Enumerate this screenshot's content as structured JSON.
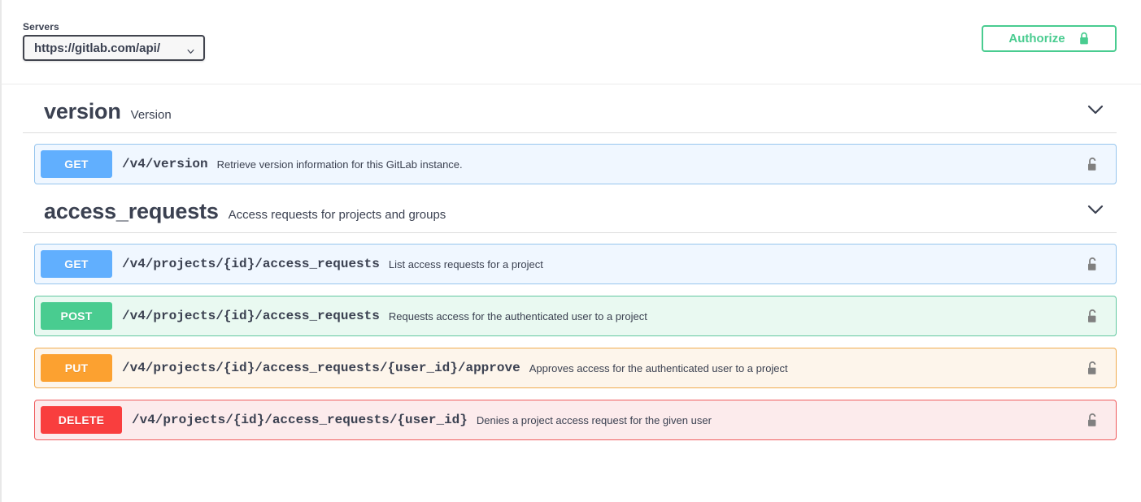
{
  "scheme_bar": {
    "servers_label": "Servers",
    "server_value": "https://gitlab.com/api/",
    "server_chevron_icon": "chevron-down-icon",
    "authorize_label": "Authorize",
    "authorize_lock_icon": "lock-closed-icon"
  },
  "colors": {
    "get": "#61affe",
    "post": "#49cc90",
    "put": "#fca130",
    "delete": "#f93e3e",
    "authorize_green": "#49cc90",
    "text": "#3b4151"
  },
  "tags": [
    {
      "name": "version",
      "description": "Version",
      "chevron_icon": "chevron-down-icon",
      "operations": [
        {
          "method": "GET",
          "method_class": "get",
          "path": "/v4/version",
          "summary": "Retrieve version information for this GitLab instance.",
          "lock_icon": "lock-open-icon"
        }
      ]
    },
    {
      "name": "access_requests",
      "description": "Access requests for projects and groups",
      "chevron_icon": "chevron-down-icon",
      "operations": [
        {
          "method": "GET",
          "method_class": "get",
          "path": "/v4/projects/{id}/access_requests",
          "summary": "List access requests for a project",
          "lock_icon": "lock-open-icon"
        },
        {
          "method": "POST",
          "method_class": "post",
          "path": "/v4/projects/{id}/access_requests",
          "summary": "Requests access for the authenticated user to a project",
          "lock_icon": "lock-open-icon"
        },
        {
          "method": "PUT",
          "method_class": "put",
          "path": "/v4/projects/{id}/access_requests/{user_id}/approve",
          "summary": "Approves access for the authenticated user to a project",
          "lock_icon": "lock-open-icon"
        },
        {
          "method": "DELETE",
          "method_class": "delete",
          "path": "/v4/projects/{id}/access_requests/{user_id}",
          "summary": "Denies a project access request for the given user",
          "lock_icon": "lock-open-icon"
        }
      ]
    }
  ]
}
